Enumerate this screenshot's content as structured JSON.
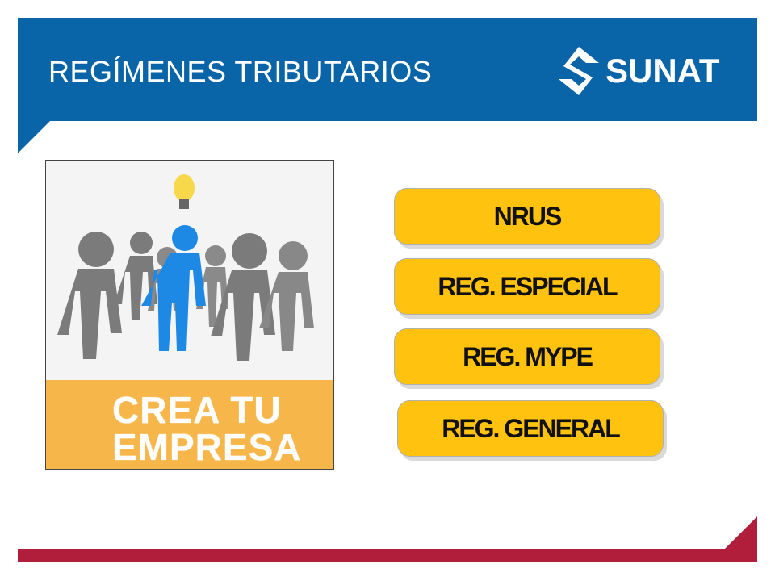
{
  "header": {
    "title": "REGÍMENES TRIBUTARIOS",
    "logo_text": "SUNAT",
    "logo_icon": "sunat-s-logo-icon"
  },
  "image": {
    "banner_line1": "CREA TU",
    "banner_line2": "EMPRESA",
    "figure_icon": "people-group-icon",
    "idea_icon": "lightbulb-icon"
  },
  "regimes": [
    {
      "label": "NRUS"
    },
    {
      "label": "REG. ESPECIAL"
    },
    {
      "label": "REG. MYPE"
    },
    {
      "label": "REG. GENERAL"
    }
  ],
  "colors": {
    "header_blue": "#0a64a8",
    "footer_red": "#b01e3c",
    "button_yellow": "#ffc20e",
    "banner_orange": "#f6b64a",
    "leader_blue": "#1e88e5"
  }
}
